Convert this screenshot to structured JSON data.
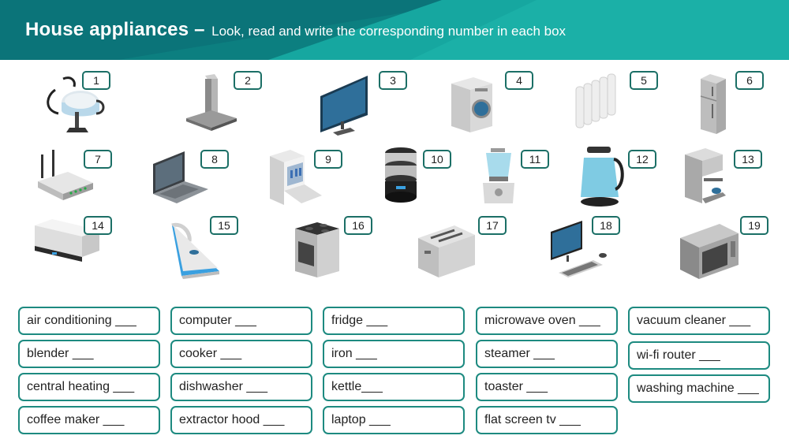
{
  "header": {
    "title": "House appliances –",
    "subtitle": "Look, read and write the corresponding number in each box",
    "colors": {
      "dark": "#0c7f80",
      "light": "#16a7a0"
    }
  },
  "appliances": [
    {
      "number": "1",
      "icon": "vacuum-cleaner-icon"
    },
    {
      "number": "2",
      "icon": "extractor-hood-icon"
    },
    {
      "number": "3",
      "icon": "flat-screen-tv-icon"
    },
    {
      "number": "4",
      "icon": "washing-machine-icon"
    },
    {
      "number": "5",
      "icon": "central-heating-icon"
    },
    {
      "number": "6",
      "icon": "fridge-icon"
    },
    {
      "number": "7",
      "icon": "wifi-router-icon"
    },
    {
      "number": "8",
      "icon": "laptop-icon"
    },
    {
      "number": "9",
      "icon": "dishwasher-icon"
    },
    {
      "number": "10",
      "icon": "steamer-icon"
    },
    {
      "number": "11",
      "icon": "blender-icon"
    },
    {
      "number": "12",
      "icon": "kettle-icon"
    },
    {
      "number": "13",
      "icon": "coffee-maker-icon"
    },
    {
      "number": "14",
      "icon": "air-conditioning-icon"
    },
    {
      "number": "15",
      "icon": "iron-icon"
    },
    {
      "number": "16",
      "icon": "cooker-icon"
    },
    {
      "number": "17",
      "icon": "toaster-icon"
    },
    {
      "number": "18",
      "icon": "computer-icon"
    },
    {
      "number": "19",
      "icon": "microwave-oven-icon"
    }
  ],
  "words": [
    "air conditioning ___",
    "blender ___",
    "central heating ___",
    "coffee maker ___",
    "computer ___",
    "cooker ___",
    "dishwasher ___",
    "extractor hood ___",
    "fridge ___",
    "iron ___",
    "kettle___",
    "laptop ___",
    "microwave oven ___",
    "steamer ___",
    "toaster ___",
    "flat screen tv ___",
    "vacuum cleaner ___",
    "wi-fi router ___",
    "washing machine ___"
  ]
}
